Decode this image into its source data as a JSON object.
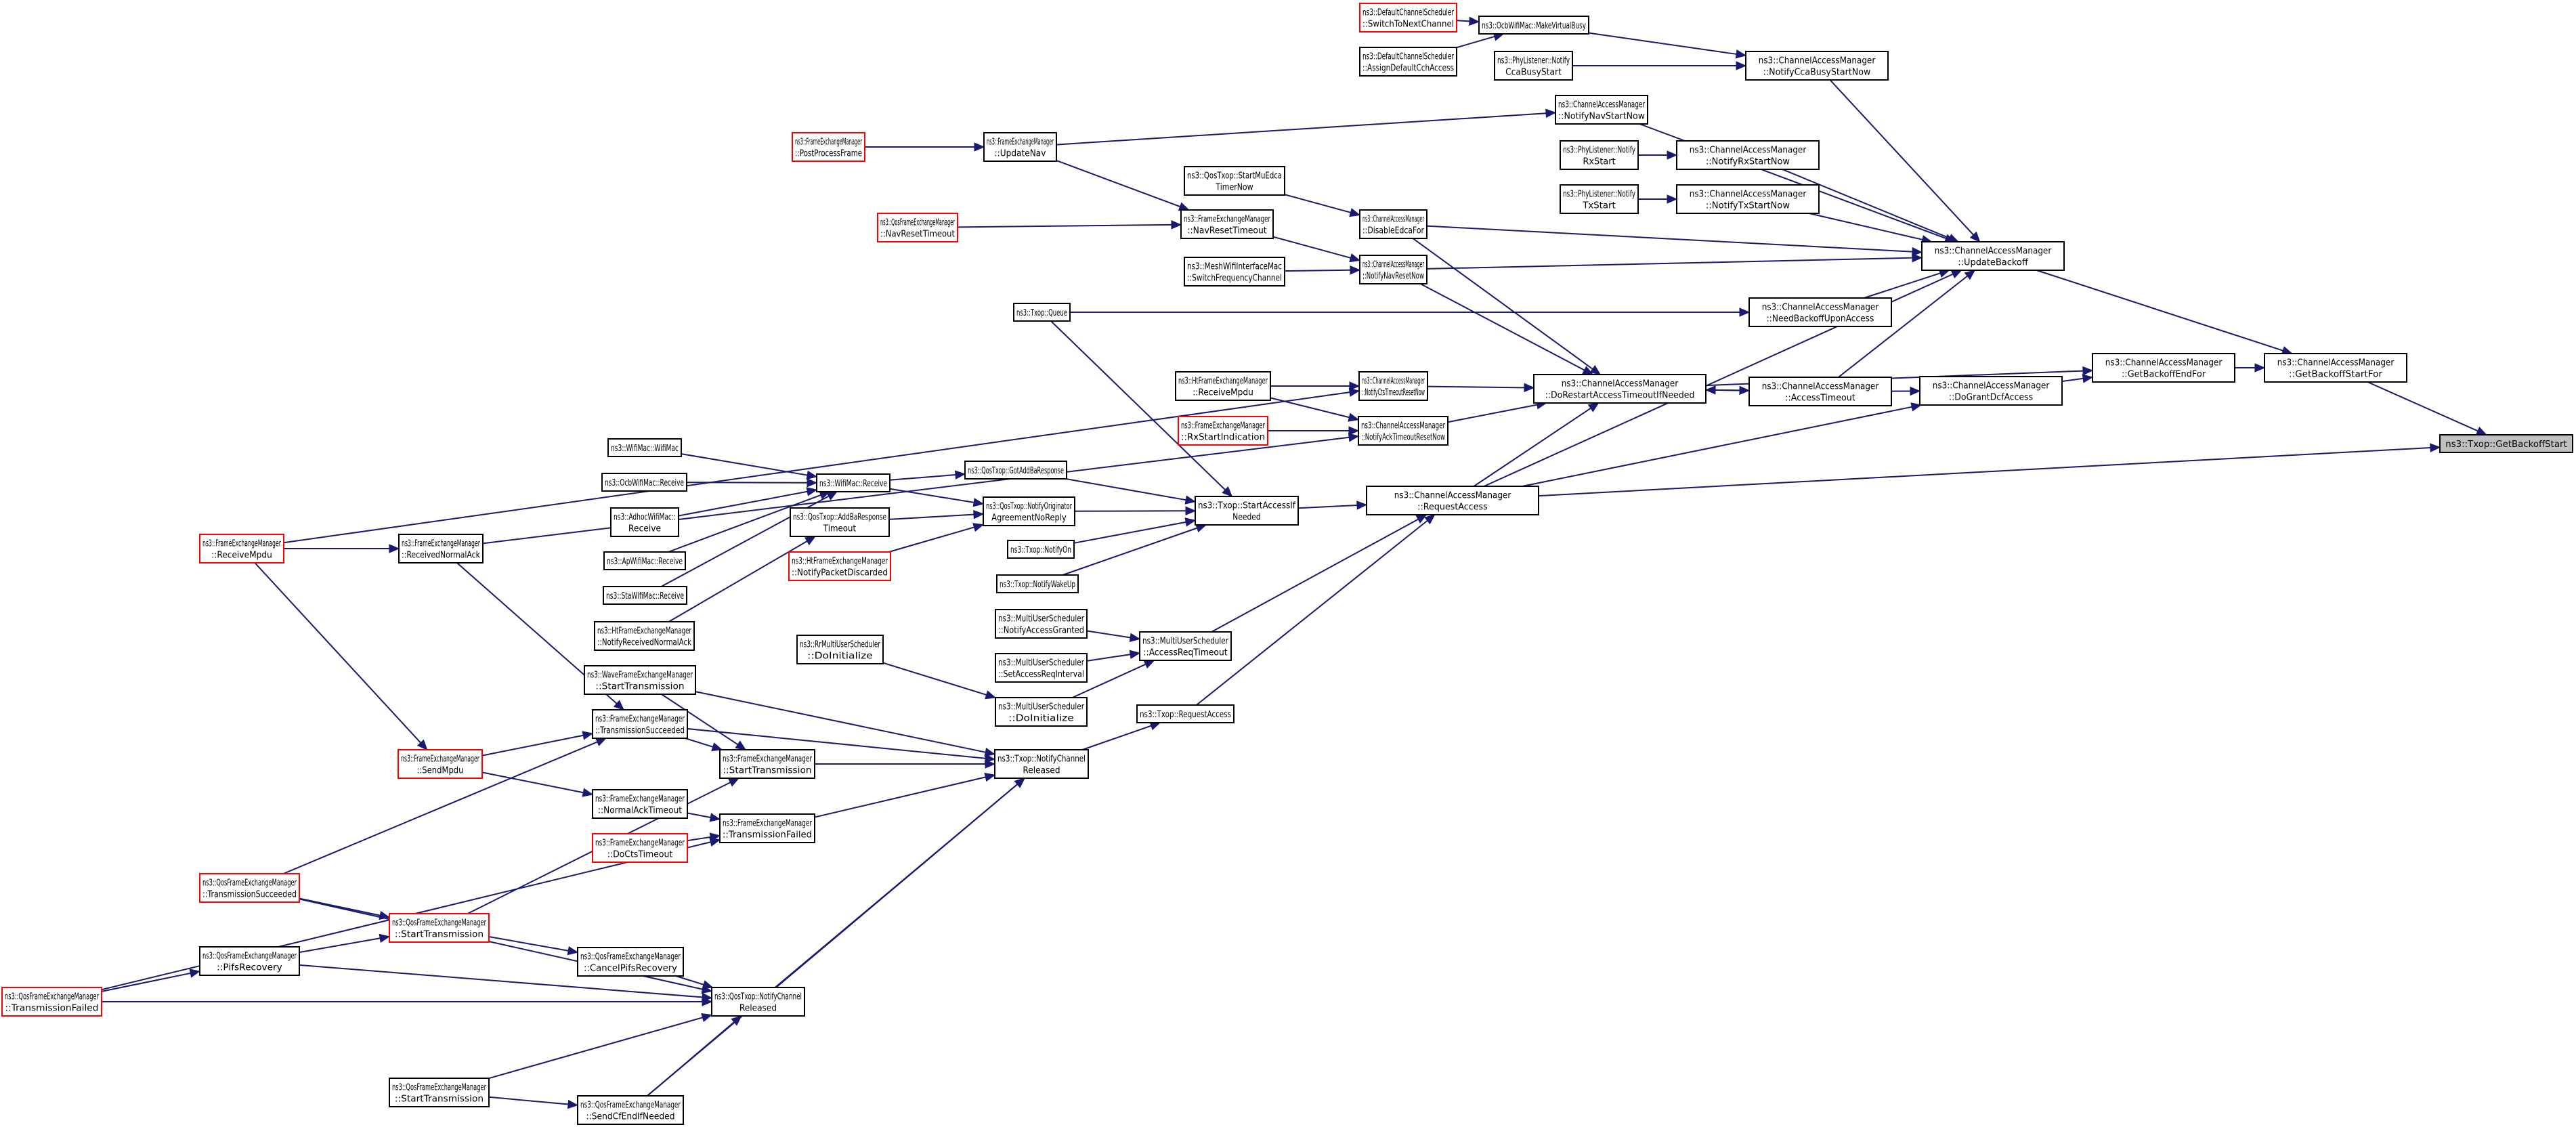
{
  "diagram": {
    "type": "call-graph",
    "title": "Caller graph of ns3::Txop::GetBackoffStart",
    "colors": {
      "edge": "#191970",
      "highlight_border": "#ff0000",
      "root_fill": "#bfbfbf",
      "node_border": "#000000"
    },
    "nodes": [
      {
        "id": "root",
        "lines": [
          "ns3::Txop::GetBackoffStart"
        ],
        "style": "root"
      },
      {
        "id": "getBackoffStartFor",
        "lines": [
          "ns3::ChannelAccessManager",
          "::GetBackoffStartFor"
        ],
        "style": "normal"
      },
      {
        "id": "getBackoffEndFor",
        "lines": [
          "ns3::ChannelAccessManager",
          "::GetBackoffEndFor"
        ],
        "style": "normal"
      },
      {
        "id": "doGrantDcfAccess",
        "lines": [
          "ns3::ChannelAccessManager",
          "::DoGrantDcfAccess"
        ],
        "style": "normal"
      },
      {
        "id": "updateBackoff",
        "lines": [
          "ns3::ChannelAccessManager",
          "::UpdateBackoff"
        ],
        "style": "normal"
      },
      {
        "id": "accessTimeout",
        "lines": [
          "ns3::ChannelAccessManager",
          "::AccessTimeout"
        ],
        "style": "normal"
      },
      {
        "id": "doRestart",
        "lines": [
          "ns3::ChannelAccessManager",
          "::DoRestartAccessTimeoutIfNeeded"
        ],
        "style": "normal"
      },
      {
        "id": "needBackoff",
        "lines": [
          "ns3::ChannelAccessManager",
          "::NeedBackoffUponAccess"
        ],
        "style": "normal"
      },
      {
        "id": "requestAccess",
        "lines": [
          "ns3::ChannelAccessManager",
          "::RequestAccess"
        ],
        "style": "normal"
      },
      {
        "id": "notifyCcaBusyStartNow",
        "lines": [
          "ns3::ChannelAccessManager",
          "::NotifyCcaBusyStartNow"
        ],
        "style": "normal"
      },
      {
        "id": "notifyRxStartNow",
        "lines": [
          "ns3::ChannelAccessManager",
          "::NotifyRxStartNow"
        ],
        "style": "normal"
      },
      {
        "id": "notifyTxStartNow",
        "lines": [
          "ns3::ChannelAccessManager",
          "::NotifyTxStartNow"
        ],
        "style": "normal"
      },
      {
        "id": "makeVirtualBusy",
        "lines": [
          "ns3::OcbWifiMac::MakeVirtualBusy"
        ],
        "style": "normal"
      },
      {
        "id": "switchToNextChannel",
        "lines": [
          "ns3::DefaultChannelScheduler",
          "::SwitchToNextChannel"
        ],
        "style": "red"
      },
      {
        "id": "assignDefaultCch",
        "lines": [
          "ns3::DefaultChannelScheduler",
          "::AssignDefaultCchAccess"
        ],
        "style": "normal"
      },
      {
        "id": "phyCcaBusy",
        "lines": [
          "ns3::PhyListener::Notify",
          "CcaBusyStart"
        ],
        "style": "normal"
      },
      {
        "id": "notifyNavStartNow",
        "lines": [
          "ns3::ChannelAccessManager",
          "::NotifyNavStartNow"
        ],
        "style": "normal"
      },
      {
        "id": "phyRxStart",
        "lines": [
          "ns3::PhyListener::Notify",
          "RxStart"
        ],
        "style": "normal"
      },
      {
        "id": "phyTxStart",
        "lines": [
          "ns3::PhyListener::Notify",
          "TxStart"
        ],
        "style": "normal"
      },
      {
        "id": "disableEdcaFor",
        "lines": [
          "ns3::ChannelAccessManager",
          "::DisableEdcaFor"
        ],
        "style": "normal"
      },
      {
        "id": "notifyNavResetNow",
        "lines": [
          "ns3::ChannelAccessManager",
          "::NotifyNavResetNow"
        ],
        "style": "normal"
      },
      {
        "id": "notifyCtsTimeoutResetNow",
        "lines": [
          "ns3::ChannelAccessManager",
          "::NotifyCtsTimeoutResetNow"
        ],
        "style": "normal"
      },
      {
        "id": "notifyAckTimeoutResetNow",
        "lines": [
          "ns3::ChannelAccessManager",
          "::NotifyAckTimeoutResetNow"
        ],
        "style": "normal"
      },
      {
        "id": "startMuEdca",
        "lines": [
          "ns3::QosTxop::StartMuEdca",
          "TimerNow"
        ],
        "style": "normal"
      },
      {
        "id": "femNavResetTimeout",
        "lines": [
          "ns3::FrameExchangeManager",
          "::NavResetTimeout"
        ],
        "style": "normal"
      },
      {
        "id": "meshSwitchFreq",
        "lines": [
          "ns3::MeshWifiInterfaceMac",
          "::SwitchFrequencyChannel"
        ],
        "style": "normal"
      },
      {
        "id": "femUpdateNav",
        "lines": [
          "ns3::FrameExchangeManager",
          "::UpdateNav"
        ],
        "style": "normal"
      },
      {
        "id": "femPostProcessFrame",
        "lines": [
          "ns3::FrameExchangeManager",
          "::PostProcessFrame"
        ],
        "style": "red"
      },
      {
        "id": "qfemNavResetTimeout",
        "lines": [
          "ns3::QosFrameExchangeManager",
          "::NavResetTimeout"
        ],
        "style": "red"
      },
      {
        "id": "txopQueue",
        "lines": [
          "ns3::Txop::Queue"
        ],
        "style": "normal"
      },
      {
        "id": "htfemReceiveMpdu",
        "lines": [
          "ns3::HtFrameExchangeManager",
          "::ReceiveMpdu"
        ],
        "style": "normal"
      },
      {
        "id": "femRxStartIndication",
        "lines": [
          "ns3::FrameExchangeManager",
          "::RxStartIndication"
        ],
        "style": "red"
      },
      {
        "id": "startAccessIfNeeded",
        "lines": [
          "ns3::Txop::StartAccessIf",
          "Needed"
        ],
        "style": "normal"
      },
      {
        "id": "gotAddBaResponse",
        "lines": [
          "ns3::QosTxop::GotAddBaResponse"
        ],
        "style": "normal"
      },
      {
        "id": "notifyOriginatorNoReply",
        "lines": [
          "ns3::QosTxop::NotifyOriginator",
          "AgreementNoReply"
        ],
        "style": "normal"
      },
      {
        "id": "txopNotifyOn",
        "lines": [
          "ns3::Txop::NotifyOn"
        ],
        "style": "normal"
      },
      {
        "id": "txopNotifyWakeUp",
        "lines": [
          "ns3::Txop::NotifyWakeUp"
        ],
        "style": "normal"
      },
      {
        "id": "wifiMacReceive",
        "lines": [
          "ns3::WifiMac::Receive"
        ],
        "style": "normal"
      },
      {
        "id": "addBaResponseTimeout",
        "lines": [
          "ns3::QosTxop::AddBaResponse",
          "Timeout"
        ],
        "style": "normal"
      },
      {
        "id": "htfemNotifyPacketDiscarded",
        "lines": [
          "ns3::HtFrameExchangeManager",
          "::NotifyPacketDiscarded"
        ],
        "style": "red"
      },
      {
        "id": "wifiMacCtor",
        "lines": [
          "ns3::WifiMac::WifiMac"
        ],
        "style": "normal"
      },
      {
        "id": "ocbReceive",
        "lines": [
          "ns3::OcbWifiMac::Receive"
        ],
        "style": "normal"
      },
      {
        "id": "adhocReceive",
        "lines": [
          "ns3::AdhocWifiMac::",
          "Receive"
        ],
        "style": "normal"
      },
      {
        "id": "apReceive",
        "lines": [
          "ns3::ApWifiMac::Receive"
        ],
        "style": "normal"
      },
      {
        "id": "staReceive",
        "lines": [
          "ns3::StaWifiMac::Receive"
        ],
        "style": "normal"
      },
      {
        "id": "htfemNotifyReceivedNormalAck",
        "lines": [
          "ns3::HtFrameExchangeManager",
          "::NotifyReceivedNormalAck"
        ],
        "style": "normal"
      },
      {
        "id": "femReceiveMpdu",
        "lines": [
          "ns3::FrameExchangeManager",
          "::ReceiveMpdu"
        ],
        "style": "red"
      },
      {
        "id": "femReceivedNormalAck",
        "lines": [
          "ns3::FrameExchangeManager",
          "::ReceivedNormalAck"
        ],
        "style": "normal"
      },
      {
        "id": "muAccessReqTimeout",
        "lines": [
          "ns3::MultiUserScheduler",
          "::AccessReqTimeout"
        ],
        "style": "normal"
      },
      {
        "id": "muNotifyAccessGranted",
        "lines": [
          "ns3::MultiUserScheduler",
          "::NotifyAccessGranted"
        ],
        "style": "normal"
      },
      {
        "id": "muSetAccessReqInterval",
        "lines": [
          "ns3::MultiUserScheduler",
          "::SetAccessReqInterval"
        ],
        "style": "normal"
      },
      {
        "id": "muDoInitialize",
        "lines": [
          "ns3::MultiUserScheduler",
          "::DoInitialize"
        ],
        "style": "normal"
      },
      {
        "id": "rrDoInitialize",
        "lines": [
          "ns3::RrMultiUserScheduler",
          "::DoInitialize"
        ],
        "style": "normal"
      },
      {
        "id": "txopRequestAccess",
        "lines": [
          "ns3::Txop::RequestAccess"
        ],
        "style": "normal"
      },
      {
        "id": "txopNotifyChannelReleased",
        "lines": [
          "ns3::Txop::NotifyChannel",
          "Released"
        ],
        "style": "normal"
      },
      {
        "id": "waveStartTransmission",
        "lines": [
          "ns3::WaveFrameExchangeManager",
          "::StartTransmission"
        ],
        "style": "normal"
      },
      {
        "id": "femTransmissionSucceeded",
        "lines": [
          "ns3::FrameExchangeManager",
          "::TransmissionSucceeded"
        ],
        "style": "normal"
      },
      {
        "id": "femStartTransmission",
        "lines": [
          "ns3::FrameExchangeManager",
          "::StartTransmission"
        ],
        "style": "normal"
      },
      {
        "id": "femSendMpdu",
        "lines": [
          "ns3::FrameExchangeManager",
          "::SendMpdu"
        ],
        "style": "red"
      },
      {
        "id": "femNormalAckTimeout",
        "lines": [
          "ns3::FrameExchangeManager",
          "::NormalAckTimeout"
        ],
        "style": "normal"
      },
      {
        "id": "femTransmissionFailed",
        "lines": [
          "ns3::FrameExchangeManager",
          "::TransmissionFailed"
        ],
        "style": "normal"
      },
      {
        "id": "femDoCtsTimeout",
        "lines": [
          "ns3::FrameExchangeManager",
          "::DoCtsTimeout"
        ],
        "style": "red"
      },
      {
        "id": "qfemTransmissionSucceeded",
        "lines": [
          "ns3::QosFrameExchangeManager",
          "::TransmissionSucceeded"
        ],
        "style": "red"
      },
      {
        "id": "qfemStartTransmissionRed",
        "lines": [
          "ns3::QosFrameExchangeManager",
          "::StartTransmission"
        ],
        "style": "red"
      },
      {
        "id": "qfemPifsRecovery",
        "lines": [
          "ns3::QosFrameExchangeManager",
          "::PifsRecovery"
        ],
        "style": "normal"
      },
      {
        "id": "qfemCancelPifsRecovery",
        "lines": [
          "ns3::QosFrameExchangeManager",
          "::CancelPifsRecovery"
        ],
        "style": "normal"
      },
      {
        "id": "qfemTransmissionFailed",
        "lines": [
          "ns3::QosFrameExchangeManager",
          "::TransmissionFailed"
        ],
        "style": "red"
      },
      {
        "id": "qosTxopNotifyChannelReleased",
        "lines": [
          "ns3::QosTxop::NotifyChannel",
          "Released"
        ],
        "style": "normal"
      },
      {
        "id": "qfemStartTransmission",
        "lines": [
          "ns3::QosFrameExchangeManager",
          "::StartTransmission"
        ],
        "style": "normal"
      },
      {
        "id": "qfemSendCfEndIfNeeded",
        "lines": [
          "ns3::QosFrameExchangeManager",
          "::SendCfEndIfNeeded"
        ],
        "style": "normal"
      }
    ],
    "edges": [
      [
        "getBackoffStartFor",
        "root"
      ],
      [
        "requestAccess",
        "root"
      ],
      [
        "getBackoffEndFor",
        "getBackoffStartFor"
      ],
      [
        "updateBackoff",
        "getBackoffStartFor"
      ],
      [
        "doRestart",
        "getBackoffEndFor"
      ],
      [
        "doGrantDcfAccess",
        "getBackoffEndFor"
      ],
      [
        "accessTimeout",
        "doGrantDcfAccess"
      ],
      [
        "requestAccess",
        "doGrantDcfAccess"
      ],
      [
        "notifyCcaBusyStartNow",
        "updateBackoff"
      ],
      [
        "notifyNavStartNow",
        "updateBackoff"
      ],
      [
        "notifyRxStartNow",
        "updateBackoff"
      ],
      [
        "notifyTxStartNow",
        "updateBackoff"
      ],
      [
        "disableEdcaFor",
        "updateBackoff"
      ],
      [
        "notifyNavResetNow",
        "updateBackoff"
      ],
      [
        "needBackoff",
        "updateBackoff"
      ],
      [
        "accessTimeout",
        "updateBackoff"
      ],
      [
        "requestAccess",
        "updateBackoff"
      ],
      [
        "accessTimeout",
        "doRestart"
      ],
      [
        "doRestart",
        "accessTimeout"
      ],
      [
        "disableEdcaFor",
        "doRestart"
      ],
      [
        "notifyNavResetNow",
        "doRestart"
      ],
      [
        "notifyCtsTimeoutResetNow",
        "doRestart"
      ],
      [
        "notifyAckTimeoutResetNow",
        "doRestart"
      ],
      [
        "requestAccess",
        "doRestart"
      ],
      [
        "makeVirtualBusy",
        "notifyCcaBusyStartNow"
      ],
      [
        "phyCcaBusy",
        "notifyCcaBusyStartNow"
      ],
      [
        "switchToNextChannel",
        "makeVirtualBusy"
      ],
      [
        "assignDefaultCch",
        "makeVirtualBusy"
      ],
      [
        "femUpdateNav",
        "notifyNavStartNow"
      ],
      [
        "phyRxStart",
        "notifyRxStartNow"
      ],
      [
        "phyTxStart",
        "notifyTxStartNow"
      ],
      [
        "startMuEdca",
        "disableEdcaFor"
      ],
      [
        "femNavResetTimeout",
        "notifyNavResetNow"
      ],
      [
        "meshSwitchFreq",
        "notifyNavResetNow"
      ],
      [
        "femUpdateNav",
        "femNavResetTimeout"
      ],
      [
        "qfemNavResetTimeout",
        "femNavResetTimeout"
      ],
      [
        "femPostProcessFrame",
        "femUpdateNav"
      ],
      [
        "txopQueue",
        "needBackoff"
      ],
      [
        "txopQueue",
        "startAccessIfNeeded"
      ],
      [
        "femReceiveMpdu",
        "notifyCtsTimeoutResetNow"
      ],
      [
        "htfemReceiveMpdu",
        "notifyCtsTimeoutResetNow"
      ],
      [
        "htfemReceiveMpdu",
        "notifyAckTimeoutResetNow"
      ],
      [
        "femRxStartIndication",
        "notifyAckTimeoutResetNow"
      ],
      [
        "femReceivedNormalAck",
        "notifyAckTimeoutResetNow"
      ],
      [
        "startAccessIfNeeded",
        "requestAccess"
      ],
      [
        "muAccessReqTimeout",
        "requestAccess"
      ],
      [
        "txopRequestAccess",
        "requestAccess"
      ],
      [
        "gotAddBaResponse",
        "startAccessIfNeeded"
      ],
      [
        "notifyOriginatorNoReply",
        "startAccessIfNeeded"
      ],
      [
        "txopNotifyOn",
        "startAccessIfNeeded"
      ],
      [
        "txopNotifyWakeUp",
        "startAccessIfNeeded"
      ],
      [
        "wifiMacReceive",
        "gotAddBaResponse"
      ],
      [
        "wifiMacReceive",
        "notifyOriginatorNoReply"
      ],
      [
        "addBaResponseTimeout",
        "notifyOriginatorNoReply"
      ],
      [
        "htfemNotifyPacketDiscarded",
        "notifyOriginatorNoReply"
      ],
      [
        "wifiMacCtor",
        "wifiMacReceive"
      ],
      [
        "ocbReceive",
        "wifiMacReceive"
      ],
      [
        "adhocReceive",
        "wifiMacReceive"
      ],
      [
        "apReceive",
        "wifiMacReceive"
      ],
      [
        "staReceive",
        "wifiMacReceive"
      ],
      [
        "htfemNotifyReceivedNormalAck",
        "addBaResponseTimeout"
      ],
      [
        "femReceiveMpdu",
        "femReceivedNormalAck"
      ],
      [
        "femReceiveMpdu",
        "femSendMpdu"
      ],
      [
        "femReceivedNormalAck",
        "femTransmissionSucceeded"
      ],
      [
        "muNotifyAccessGranted",
        "muAccessReqTimeout"
      ],
      [
        "muSetAccessReqInterval",
        "muAccessReqTimeout"
      ],
      [
        "muDoInitialize",
        "muAccessReqTimeout"
      ],
      [
        "rrDoInitialize",
        "muDoInitialize"
      ],
      [
        "txopNotifyChannelReleased",
        "txopRequestAccess"
      ],
      [
        "waveStartTransmission",
        "txopNotifyChannelReleased"
      ],
      [
        "waveStartTransmission",
        "femStartTransmission"
      ],
      [
        "femTransmissionSucceeded",
        "txopNotifyChannelReleased"
      ],
      [
        "femTransmissionSucceeded",
        "femStartTransmission"
      ],
      [
        "femStartTransmission",
        "txopNotifyChannelReleased"
      ],
      [
        "femSendMpdu",
        "femTransmissionSucceeded"
      ],
      [
        "femSendMpdu",
        "femNormalAckTimeout"
      ],
      [
        "femNormalAckTimeout",
        "femTransmissionFailed"
      ],
      [
        "femDoCtsTimeout",
        "femTransmissionFailed"
      ],
      [
        "femTransmissionFailed",
        "txopNotifyChannelReleased"
      ],
      [
        "qfemTransmissionSucceeded",
        "femTransmissionSucceeded"
      ],
      [
        "qfemTransmissionSucceeded",
        "qfemStartTransmissionRed"
      ],
      [
        "qfemTransmissionSucceeded",
        "qosTxopNotifyChannelReleased"
      ],
      [
        "qfemStartTransmissionRed",
        "femStartTransmission"
      ],
      [
        "qfemStartTransmissionRed",
        "qfemCancelPifsRecovery"
      ],
      [
        "qfemPifsRecovery",
        "qfemStartTransmissionRed"
      ],
      [
        "qfemPifsRecovery",
        "qosTxopNotifyChannelReleased"
      ],
      [
        "qfemTransmissionFailed",
        "qfemPifsRecovery"
      ],
      [
        "qfemTransmissionFailed",
        "femTransmissionFailed"
      ],
      [
        "qfemTransmissionFailed",
        "qosTxopNotifyChannelReleased"
      ],
      [
        "qfemCancelPifsRecovery",
        "qosTxopNotifyChannelReleased"
      ],
      [
        "qfemStartTransmission",
        "qosTxopNotifyChannelReleased"
      ],
      [
        "qfemStartTransmission",
        "qfemSendCfEndIfNeeded"
      ],
      [
        "qfemSendCfEndIfNeeded",
        "qosTxopNotifyChannelReleased"
      ],
      [
        "qfemSendCfEndIfNeeded",
        "txopNotifyChannelReleased"
      ],
      [
        "qosTxopNotifyChannelReleased",
        "txopNotifyChannelReleased"
      ]
    ]
  }
}
